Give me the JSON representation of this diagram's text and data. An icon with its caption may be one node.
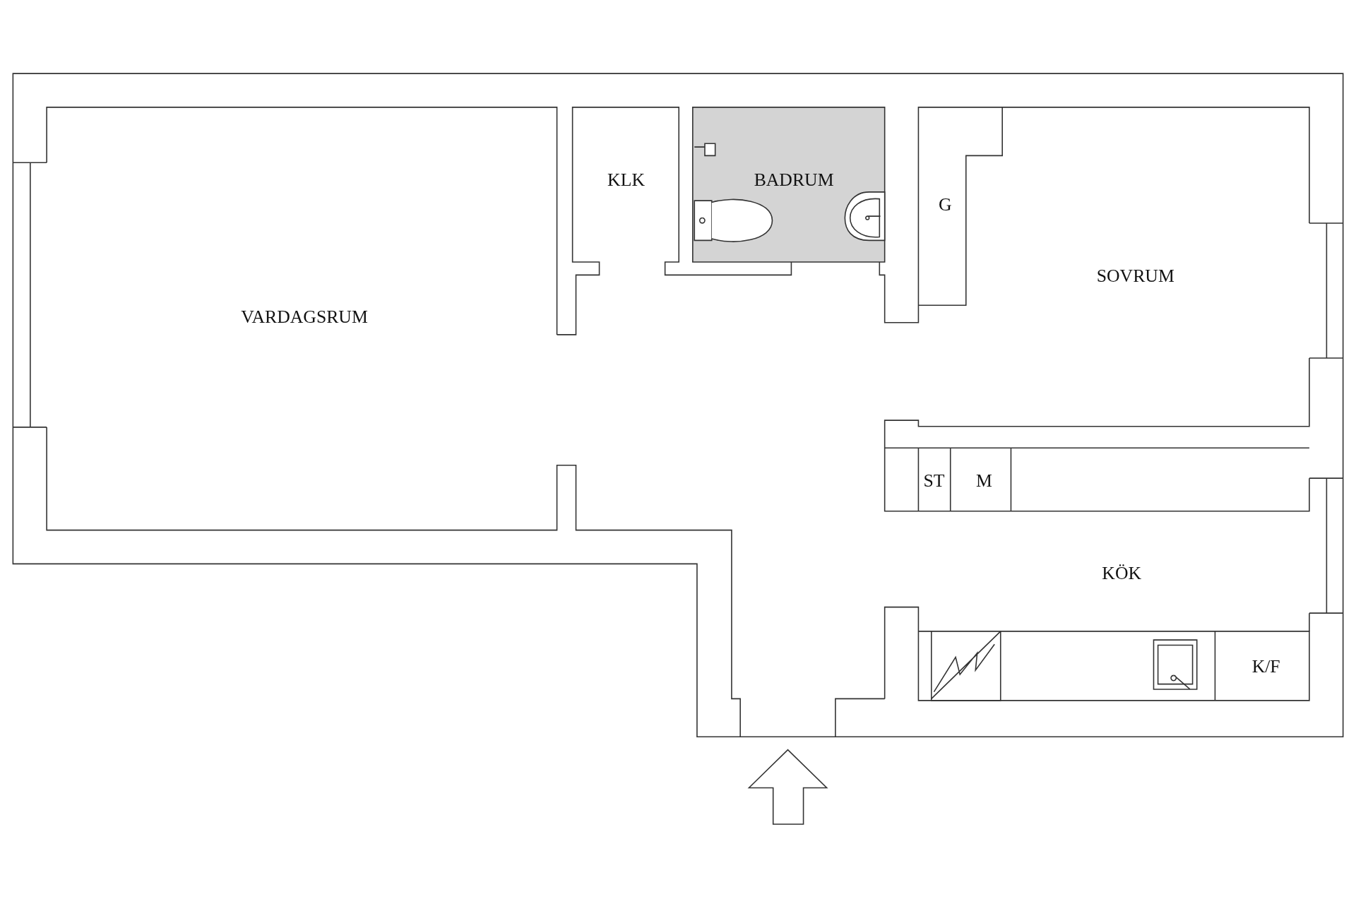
{
  "diagram": {
    "nodes": [
      {
        "text": [
          "VARDAGSRUM"
        ]
      },
      {
        "text": [
          "KLK"
        ]
      },
      {
        "text": [
          "BADRUM"
        ]
      },
      {
        "text": [
          "G"
        ]
      },
      {
        "text": [
          "SOVRUM"
        ]
      },
      {
        "text": [
          "ST"
        ]
      },
      {
        "text": [
          "M"
        ]
      },
      {
        "text": [
          "KÖK"
        ]
      },
      {
        "text": [
          "K/F"
        ]
      }
    ]
  }
}
